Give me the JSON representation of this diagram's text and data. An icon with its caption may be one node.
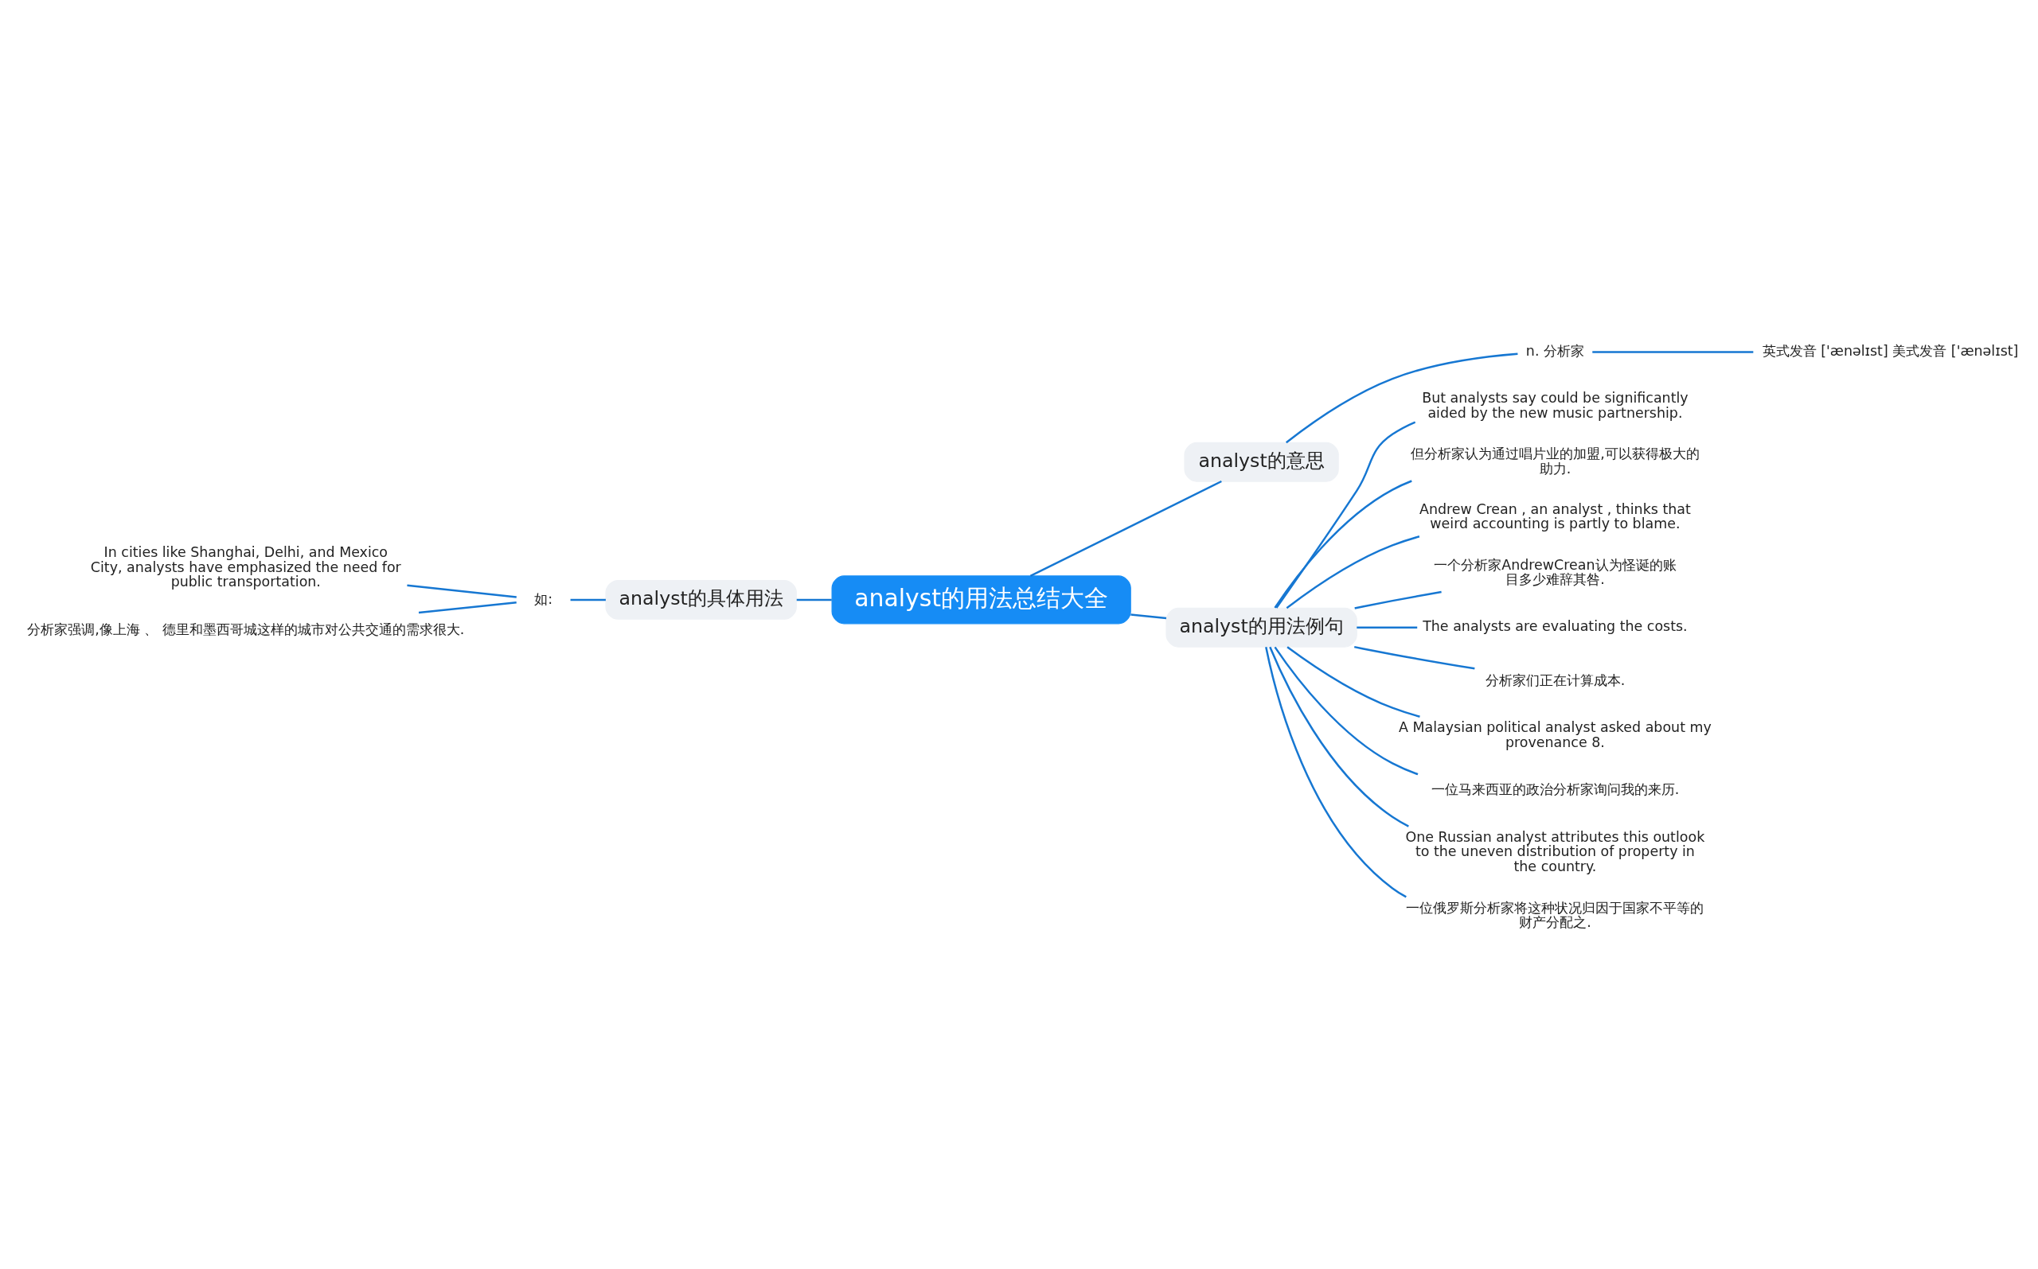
{
  "diagram": {
    "nodes": [
      {
        "text": [
          "analyst的用法总结大全"
        ]
      },
      {
        "text": [
          "analyst的意思"
        ]
      },
      {
        "text": [
          "n. 分析家"
        ]
      },
      {
        "text": [
          "英式发音 ['ænəlɪst] 美式发音 ['ænəlɪst]"
        ]
      },
      {
        "text": [
          "analyst的用法例句"
        ]
      },
      {
        "text": [
          "But analysts say could be significantly aided by the new music partnership."
        ]
      },
      {
        "text": [
          "但分析家认为通过唱片业的加盟,可以获得极大的助力."
        ]
      },
      {
        "text": [
          "Andrew Crean , an analyst , thinks that weird accounting is partly to blame."
        ]
      },
      {
        "text": [
          "一个分析家AndrewCrean认为怪诞的账目多少难辞其咎."
        ]
      },
      {
        "text": [
          "The analysts are evaluating the costs."
        ]
      },
      {
        "text": [
          "分析家们正在计算成本."
        ]
      },
      {
        "text": [
          "A Malaysian political analyst asked about my provenance 8."
        ]
      },
      {
        "text": [
          "一位马来西亚的政治分析家询问我的来历."
        ]
      },
      {
        "text": [
          "One Russian analyst attributes this outlook to the uneven distribution of property in the country."
        ]
      },
      {
        "text": [
          "一位俄罗斯分析家将这种状况归因于国家不平等的财产分配之."
        ]
      },
      {
        "text": [
          "analyst的具体用法"
        ]
      },
      {
        "text": [
          "如:"
        ]
      },
      {
        "text": [
          "In cities like Shanghai, Delhi, and Mexico City, analysts have emphasized the need for public transportation."
        ]
      },
      {
        "text": [
          "分析家强调,像上海 、 德里和墨西哥城这样的城市对公共交通的需求很大."
        ]
      }
    ],
    "edges": [
      {
        "from": 0,
        "to": 1,
        "arrow": "none"
      },
      {
        "from": 1,
        "to": 2,
        "arrow": "none"
      },
      {
        "from": 2,
        "to": 3,
        "arrow": "none"
      },
      {
        "from": 0,
        "to": 4,
        "arrow": "none"
      },
      {
        "from": 4,
        "to": 5,
        "arrow": "none"
      },
      {
        "from": 4,
        "to": 6,
        "arrow": "none"
      },
      {
        "from": 4,
        "to": 7,
        "arrow": "none"
      },
      {
        "from": 4,
        "to": 8,
        "arrow": "none"
      },
      {
        "from": 4,
        "to": 9,
        "arrow": "none"
      },
      {
        "from": 4,
        "to": 10,
        "arrow": "none"
      },
      {
        "from": 4,
        "to": 11,
        "arrow": "none"
      },
      {
        "from": 4,
        "to": 12,
        "arrow": "none"
      },
      {
        "from": 4,
        "to": 13,
        "arrow": "none"
      },
      {
        "from": 4,
        "to": 14,
        "arrow": "none"
      },
      {
        "from": 0,
        "to": 15,
        "arrow": "none"
      },
      {
        "from": 15,
        "to": 16,
        "arrow": "none"
      },
      {
        "from": 16,
        "to": 17,
        "arrow": "none"
      },
      {
        "from": 16,
        "to": 18,
        "arrow": "none"
      }
    ]
  }
}
